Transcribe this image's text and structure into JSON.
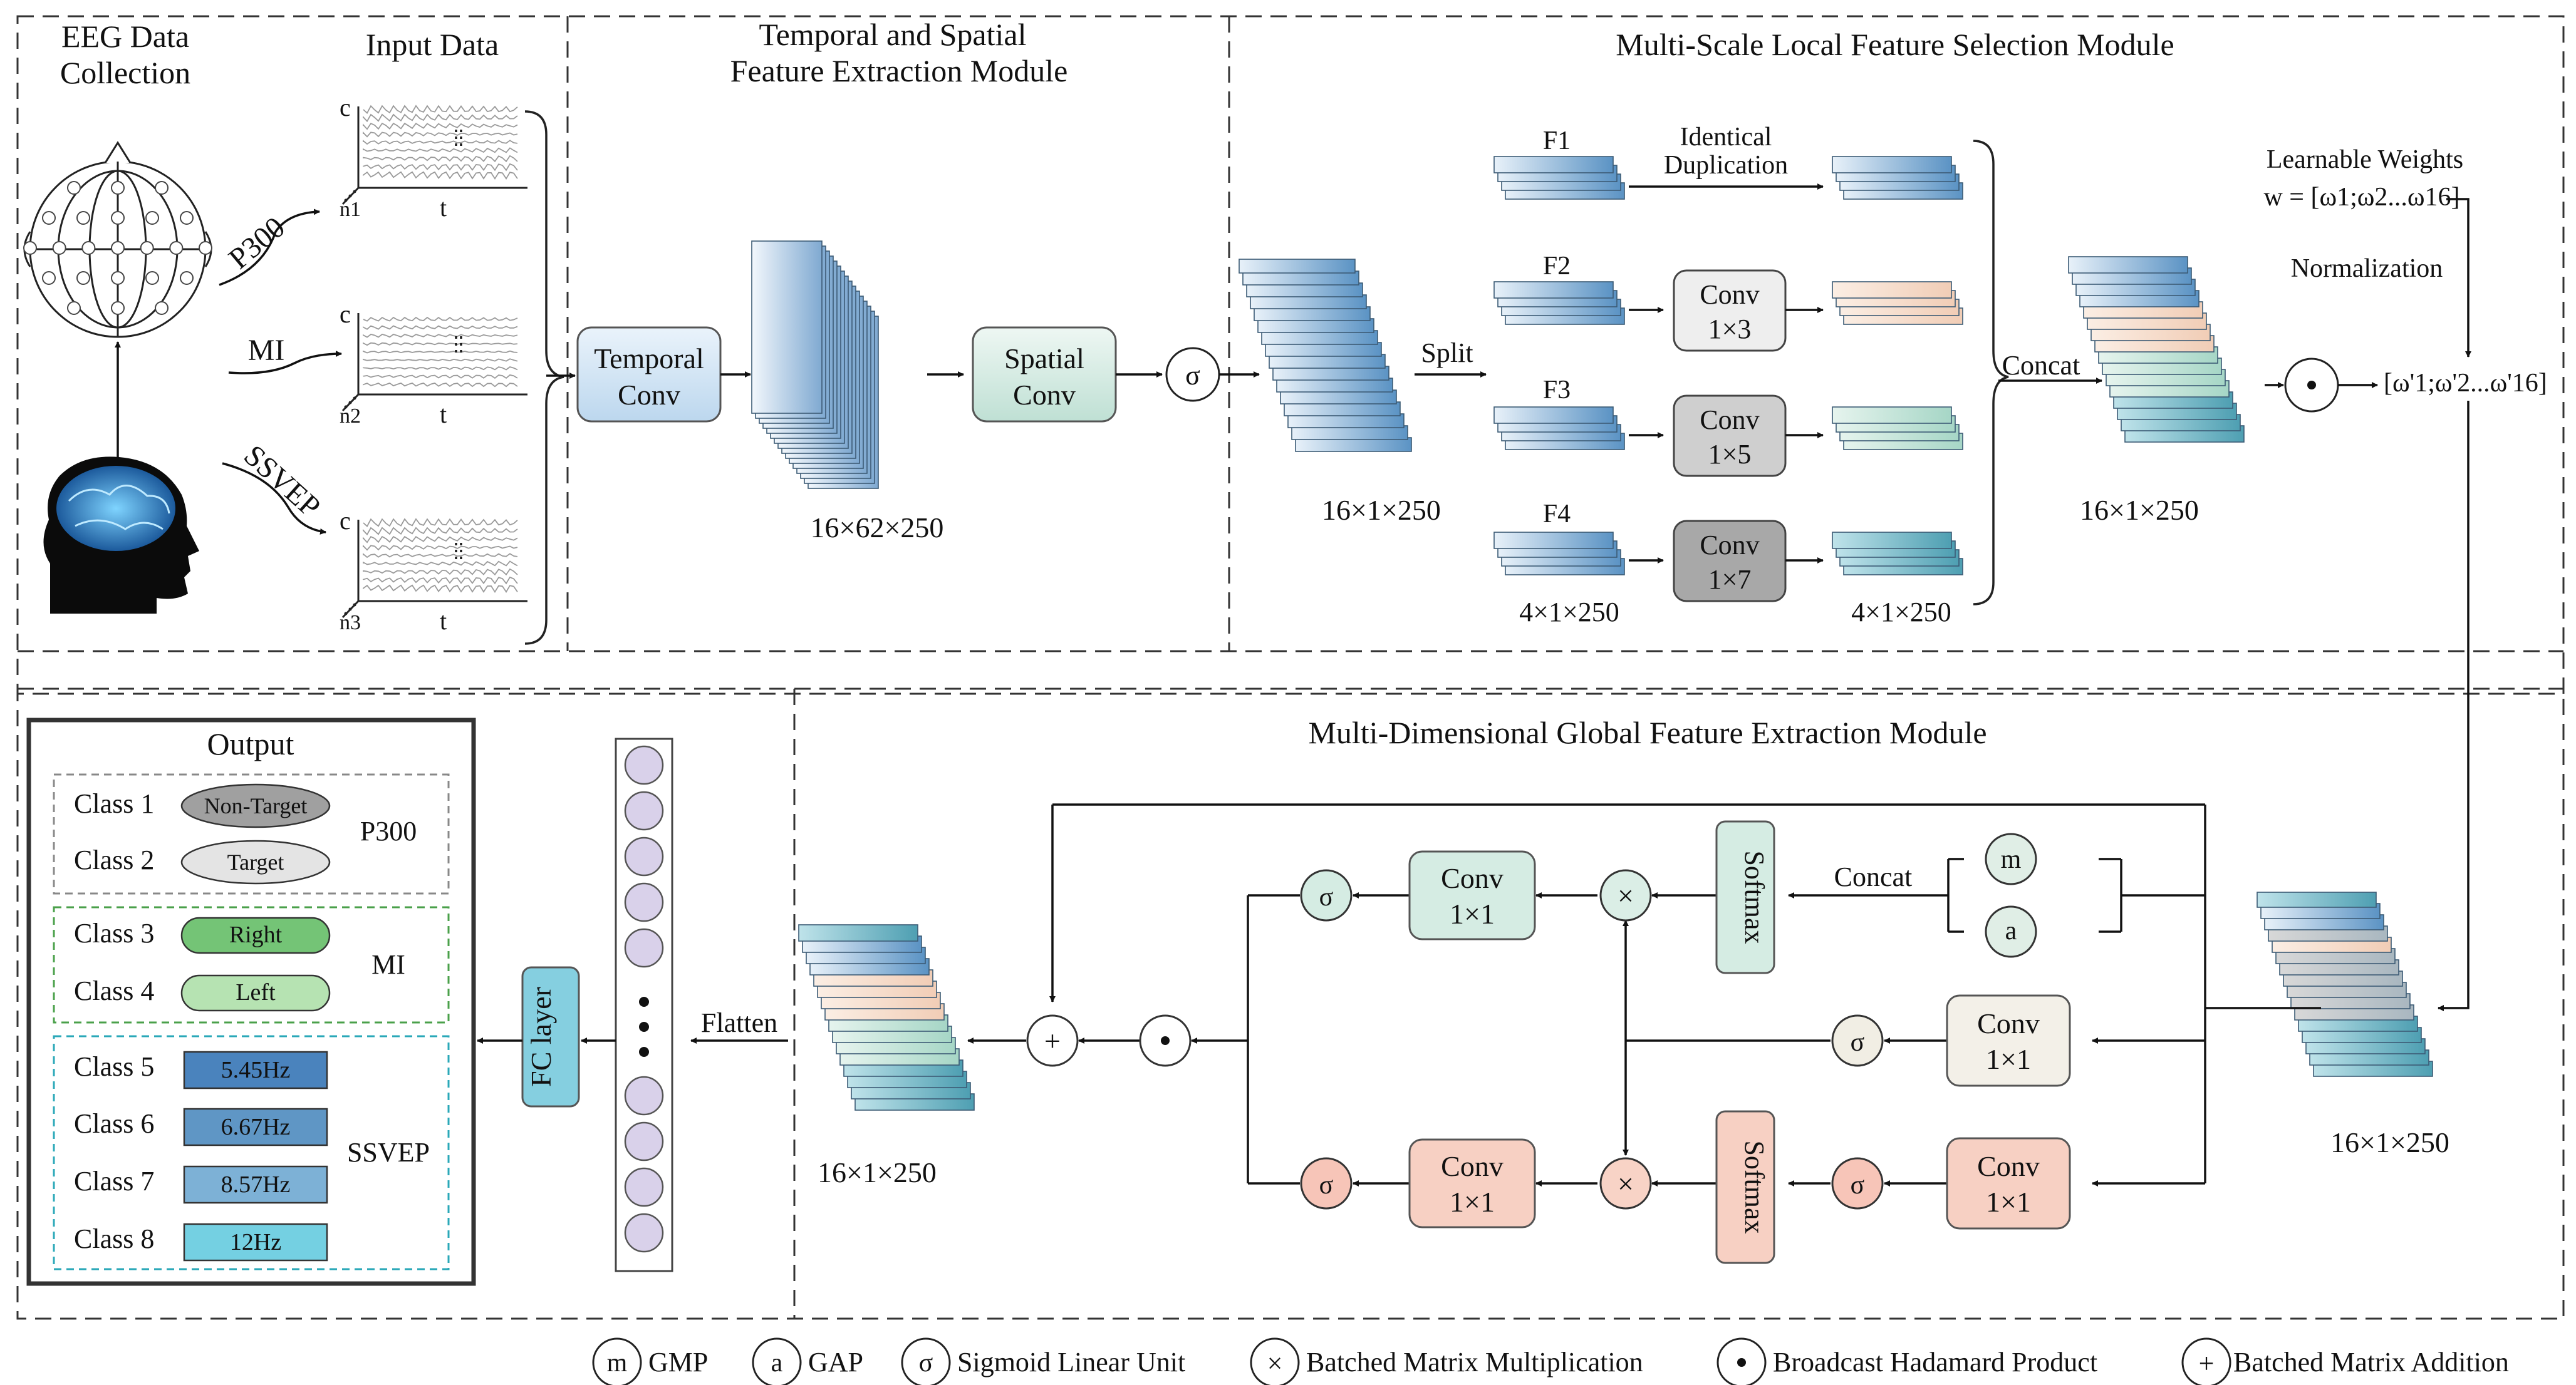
{
  "sections": {
    "eeg_collection": "EEG Data Collection",
    "input_data": "Input Data",
    "temporal_spatial": [
      "Temporal and Spatial",
      "Feature Extraction Module"
    ],
    "multiscale": "Multi-Scale Local Feature Selection Module",
    "global": "Multi-Dimensional Global Feature Extraction Module"
  },
  "input": {
    "paradigms": [
      "P300",
      "MI",
      "SSVEP"
    ],
    "axis_c": "c",
    "axis_t": "t",
    "axis_n": [
      "n1",
      "n2",
      "n3"
    ]
  },
  "temporal_conv": [
    "Temporal",
    "Conv"
  ],
  "spatial_conv": [
    "Spatial",
    "Conv"
  ],
  "sigma": "σ",
  "tensor_16_62_250": "16×62×250",
  "tensor_16_1_250": "16×1×250",
  "tensor_4_1_250": "4×1×250",
  "split": "Split",
  "concat": "Concat",
  "branches": [
    "F1",
    "F2",
    "F3",
    "F4"
  ],
  "identical_dup": [
    "Identical",
    "Duplication"
  ],
  "conv_kernels": [
    "1×3",
    "1×5",
    "1×7"
  ],
  "conv_word": "Conv",
  "conv_1x1": "1×1",
  "learnable": [
    "Learnable Weights",
    "w = [ω1;ω2...ω16]"
  ],
  "normalization": "Normalization",
  "norm_weights": "[ω'1;ω'2...ω'16]",
  "softmax": "Softmax",
  "gmp": "m",
  "gap": "a",
  "flatten": "Flatten",
  "fc_layer": "FC layer",
  "output": {
    "title": "Output",
    "groups": [
      {
        "name": "P300",
        "classes": [
          {
            "label": "Class 1",
            "value": "Non-Target"
          },
          {
            "label": "Class 2",
            "value": "Target"
          }
        ]
      },
      {
        "name": "MI",
        "classes": [
          {
            "label": "Class 3",
            "value": "Right"
          },
          {
            "label": "Class 4",
            "value": "Left"
          }
        ]
      },
      {
        "name": "SSVEP",
        "classes": [
          {
            "label": "Class 5",
            "value": "5.45Hz"
          },
          {
            "label": "Class 6",
            "value": "6.67Hz"
          },
          {
            "label": "Class 7",
            "value": "8.57Hz"
          },
          {
            "label": "Class 8",
            "value": "12Hz"
          }
        ]
      }
    ]
  },
  "legend": [
    {
      "sym": "m",
      "text": "GMP"
    },
    {
      "sym": "a",
      "text": "GAP"
    },
    {
      "sym": "σ",
      "text": "Sigmoid Linear Unit"
    },
    {
      "sym": "×",
      "text": "Batched Matrix Multiplication"
    },
    {
      "sym": "•",
      "text": "Broadcast Hadamard Product"
    },
    {
      "sym": "+",
      "text": "Batched Matrix Addition"
    }
  ],
  "colors": {
    "blue": "#5b93c4",
    "peach": "#f1cdb6",
    "mint": "#a6d6c6",
    "teal": "#5aaab8",
    "mi_green": "#74c476",
    "ssvep": [
      "#4a83bd",
      "#5f96c5",
      "#7db1d6",
      "#74d0e2"
    ],
    "salmon": "#f7c5b8",
    "fc": "#85cfe0",
    "neuron": "#d9d1ea"
  }
}
